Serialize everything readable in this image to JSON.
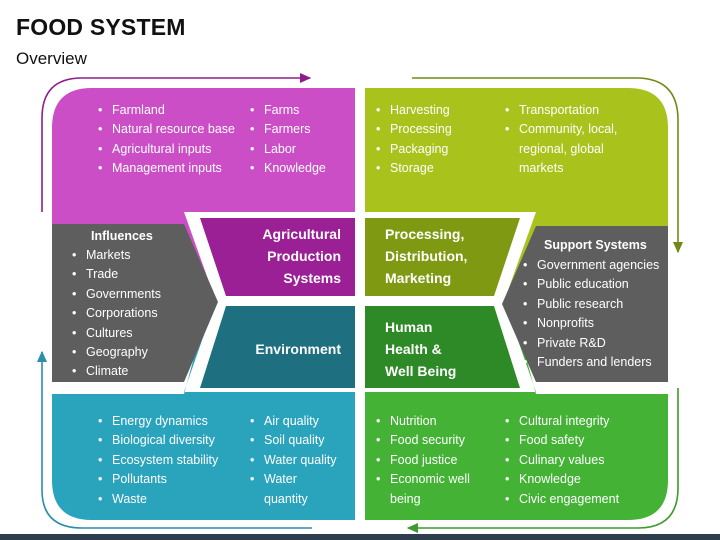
{
  "header": {
    "title": "FOOD SYSTEM",
    "subtitle": "Overview"
  },
  "colors": {
    "magenta": "#cc4ec6",
    "magenta_dark": "#9b1f95",
    "lime": "#a9c31c",
    "lime_dark": "#7f9a12",
    "teal": "#2aa3bd",
    "teal_dark": "#1e6f80",
    "green": "#43b235",
    "green_dark": "#2d8a27",
    "gray": "#5e5e5e",
    "magenta_line": "#8f1d89",
    "olive_line": "#6f8a14",
    "teal_line": "#2a8fa8",
    "green_line": "#3f9a2f"
  },
  "top_left": {
    "col1": [
      "Farmland",
      "Natural resource base",
      "Agricultural inputs",
      "Management inputs"
    ],
    "col2": [
      "Farms",
      "Farmers",
      "Labor",
      "Knowledge"
    ]
  },
  "top_right": {
    "col1": [
      "Harvesting",
      "Processing",
      "Packaging",
      "Storage"
    ],
    "col2": [
      "Transportation",
      "Community, local,",
      "regional, global",
      "markets"
    ]
  },
  "bottom_left": {
    "col1": [
      "Energy dynamics",
      "Biological diversity",
      "Ecosystem stability",
      "Pollutants",
      "Waste"
    ],
    "col2": [
      "Air quality",
      "Soil quality",
      "Water quality",
      "Water",
      "quantity"
    ]
  },
  "bottom_right": {
    "col1": [
      "Nutrition",
      "Food security",
      "Food justice",
      "Economic well",
      "being"
    ],
    "col2": [
      "Cultural integrity",
      "Food safety",
      "Culinary values",
      "Knowledge",
      "Civic engagement"
    ]
  },
  "influences": {
    "heading": "Influences",
    "items": [
      "Markets",
      "Trade",
      "Governments",
      "Corporations",
      "Cultures",
      "Geography",
      "Climate"
    ]
  },
  "support": {
    "heading": "Support Systems",
    "items": [
      "Government agencies",
      "Public education",
      "Public research",
      "Nonprofits",
      "Private R&D",
      "Funders and lenders"
    ]
  },
  "center": {
    "agri": [
      "Agricultural",
      "Production",
      "Systems"
    ],
    "processing": [
      "Processing,",
      "Distribution,",
      "Marketing"
    ],
    "environment": "Environment",
    "health": [
      "Human",
      "Health &",
      "Well Being"
    ]
  }
}
